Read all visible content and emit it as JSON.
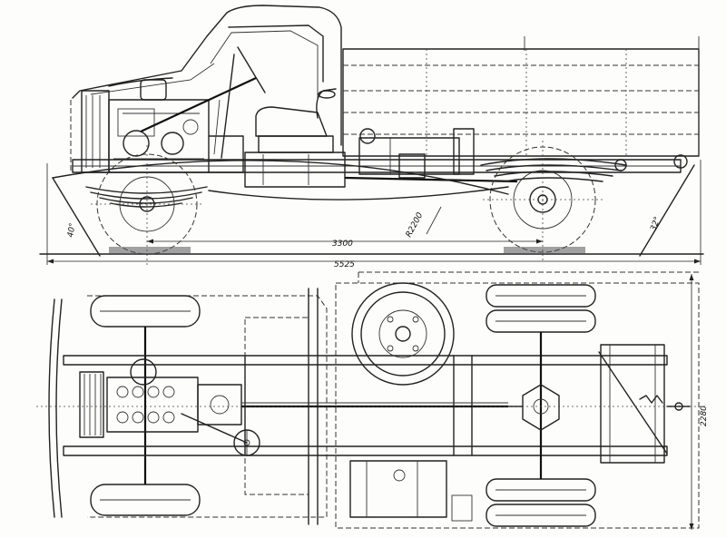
{
  "dimensions": {
    "wheelbase": "3300",
    "overall_length": "5525",
    "overall_width": "2280",
    "front_radius": "R2200",
    "approach_angle": "40°",
    "departure_angle": "32°"
  }
}
